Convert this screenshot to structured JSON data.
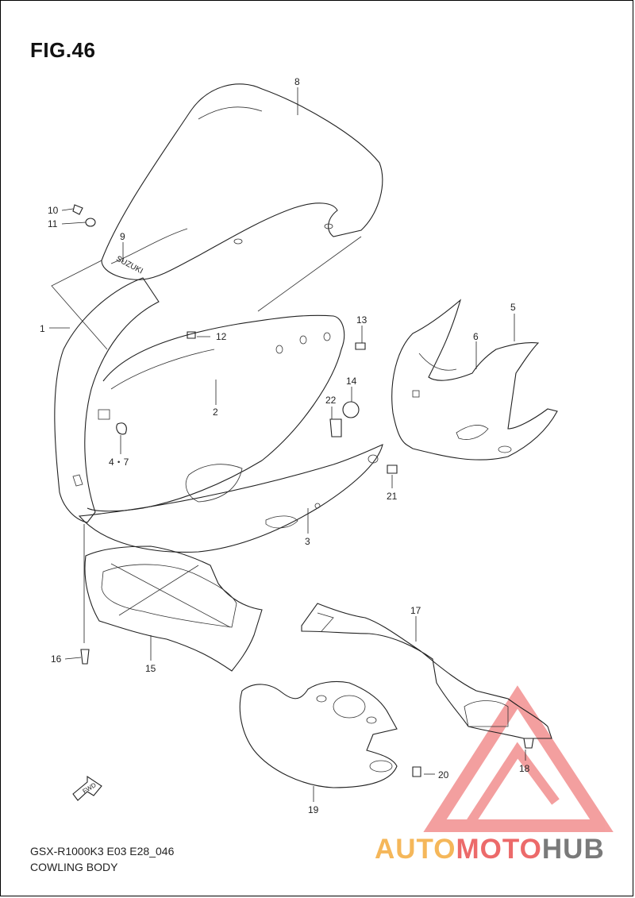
{
  "figure": {
    "title": "FIG.46"
  },
  "footer": {
    "line1": "GSX-R1000K3 E03 E28_046",
    "line2": "COWLING BODY"
  },
  "fwd_label": "FWD",
  "windscreen_logo": "SUZUKI",
  "watermark": {
    "part1": "AUTO",
    "part2": "MOTO",
    "part3": "HUB",
    "colors": {
      "auto": "#f5b75a",
      "moto": "#ec6a6a",
      "hub": "#7a7a7a",
      "triangle": "#f08080"
    }
  },
  "callouts": [
    {
      "id": "c1",
      "text": "1"
    },
    {
      "id": "c2",
      "text": "2"
    },
    {
      "id": "c3",
      "text": "3"
    },
    {
      "id": "c47",
      "text": "4・7"
    },
    {
      "id": "c5",
      "text": "5"
    },
    {
      "id": "c6",
      "text": "6"
    },
    {
      "id": "c8",
      "text": "8"
    },
    {
      "id": "c9",
      "text": "9"
    },
    {
      "id": "c10",
      "text": "10"
    },
    {
      "id": "c11",
      "text": "11"
    },
    {
      "id": "c12",
      "text": "12"
    },
    {
      "id": "c13",
      "text": "13"
    },
    {
      "id": "c14",
      "text": "14"
    },
    {
      "id": "c15",
      "text": "15"
    },
    {
      "id": "c16",
      "text": "16"
    },
    {
      "id": "c17",
      "text": "17"
    },
    {
      "id": "c18",
      "text": "18"
    },
    {
      "id": "c19",
      "text": "19"
    },
    {
      "id": "c20",
      "text": "20"
    },
    {
      "id": "c21",
      "text": "21"
    },
    {
      "id": "c22",
      "text": "22"
    }
  ]
}
